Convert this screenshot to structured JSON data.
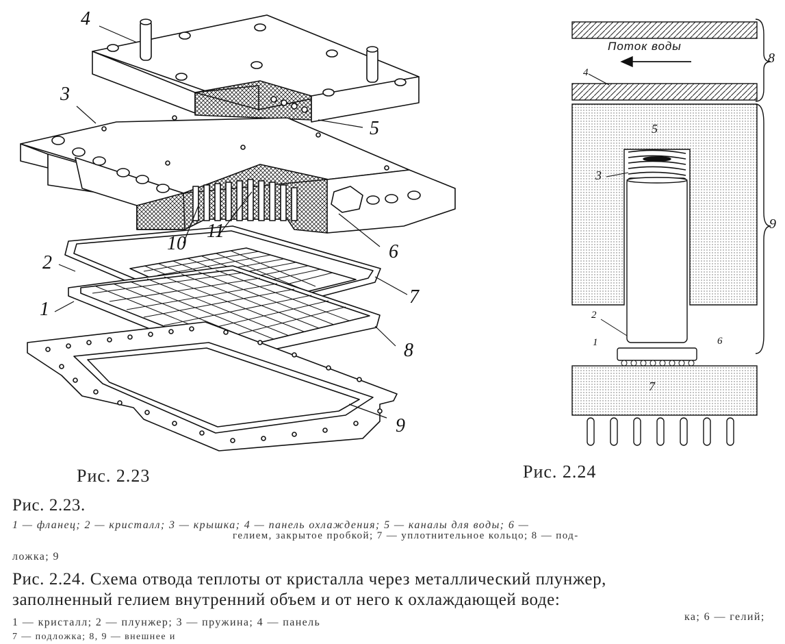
{
  "figure_223": {
    "caption": "Рис. 2.23",
    "labels": [
      "1",
      "2",
      "3",
      "4",
      "5",
      "6",
      "7",
      "8",
      "9",
      "10",
      "11"
    ]
  },
  "figure_224": {
    "caption": "Рис. 2.24",
    "flow_label": "Поток воды",
    "labels": [
      "1",
      "2",
      "3",
      "4",
      "5",
      "6",
      "7",
      "8",
      "9"
    ]
  },
  "text": {
    "cap223_title": "Рис. 2.23.",
    "cap223_line1": "1 — фланец; 2 — кристалл; 3 — крышка; 4 — панель охлаждения; 5 — каналы для воды; 6 —",
    "cap223_line2": "гелием, закрытое пробкой; 7 — уплотнительное кольцо; 8 — под-",
    "cap223_line3": "ложка; 9",
    "cap224_line1": "Рис. 2.24. Схема отвода теплоты от кристалла через металлический плунжер,",
    "cap224_line2": "заполненный гелием внутренний объем и от него к охлаждающей воде:",
    "cap224_line3a": "1 — кристалл; 2 — плунжер; 3 — пружина; 4 — панель",
    "cap224_line3b": "ка; 6 — гелий;",
    "cap224_line4": "7 — подложка; 8, 9 — внешнее и"
  }
}
